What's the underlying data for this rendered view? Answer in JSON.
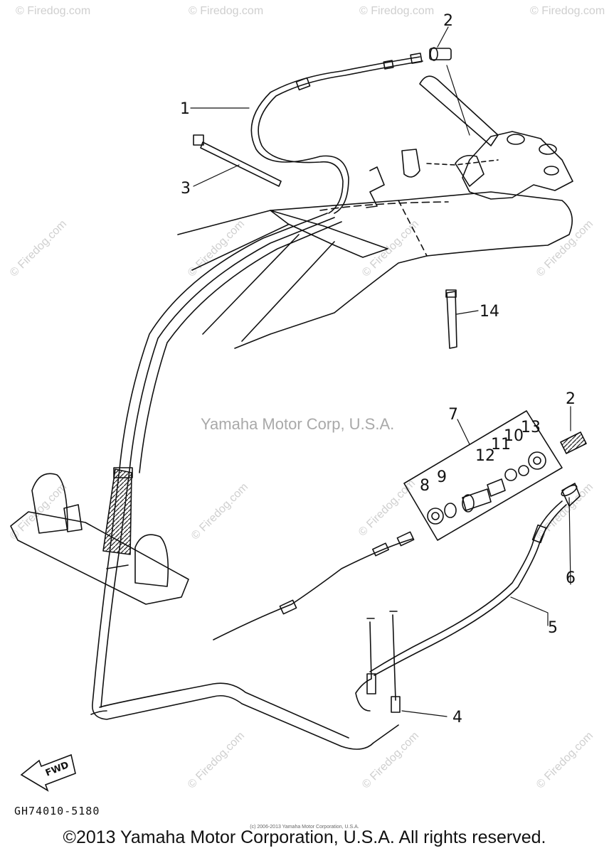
{
  "diagram": {
    "watermark_center": "Yamaha Motor Corp, U.S.A.",
    "watermark_tile": "© Firedog.com",
    "part_code": "GH74010-5180",
    "fwd_label": "FWD",
    "footer_copyright": "©2013 Yamaha Motor Corporation, U.S.A. All rights reserved.",
    "tiny_note": "(c) 2006-2013 Yamaha Motor Corporation, U.S.A.",
    "callouts": [
      "1",
      "2",
      "3",
      "14",
      "7",
      "2",
      "8",
      "9",
      "12",
      "11",
      "10",
      "13",
      "6",
      "5",
      "4"
    ]
  }
}
